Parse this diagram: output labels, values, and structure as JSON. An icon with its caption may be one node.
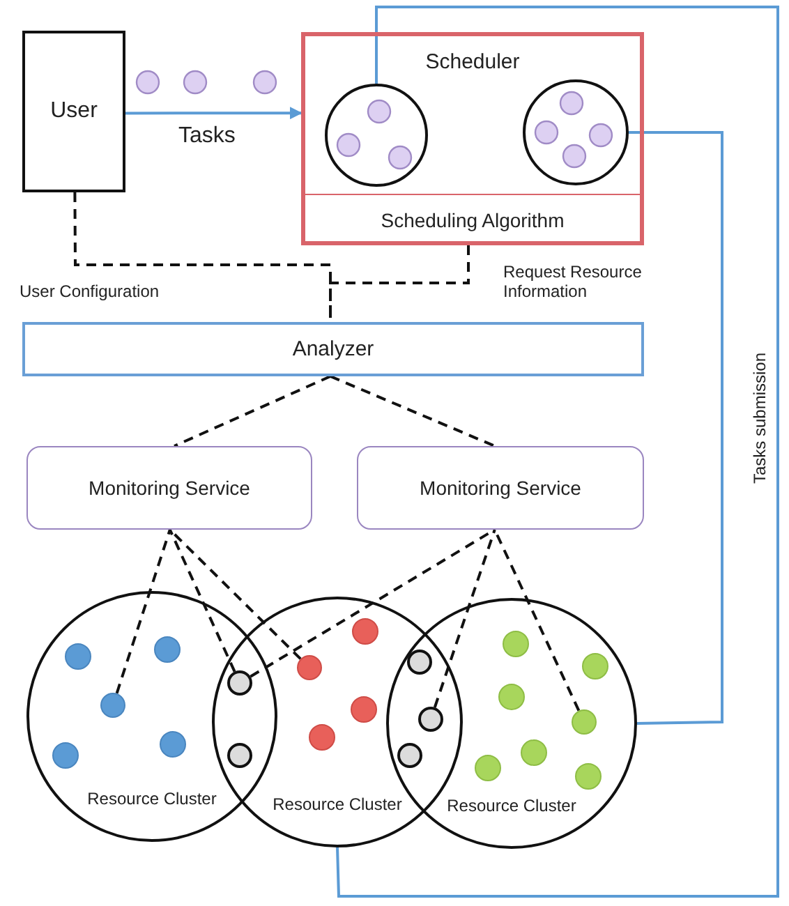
{
  "diagram": {
    "nodes": [
      {
        "text": [
          "User"
        ]
      },
      {
        "text": [
          "Scheduler"
        ]
      },
      {
        "text": [
          "Scheduling Algorithm"
        ],
        "in": 1
      },
      {
        "text": [],
        "shape": "circle",
        "in": 1
      },
      {
        "text": [],
        "shape": "circle",
        "in": 1
      },
      {
        "text": [
          "Analyzer"
        ]
      },
      {
        "text": [
          "Monitoring Service"
        ]
      },
      {
        "text": [
          "Monitoring Service"
        ]
      },
      {
        "text": [
          "Resource Cluster"
        ]
      },
      {
        "text": [
          "Resource Cluster"
        ]
      },
      {
        "text": [
          "Resource Cluster"
        ]
      },
      {
        "text": [],
        "shape": "circle",
        "in": 8
      },
      {
        "text": [],
        "shape": "circle"
      },
      {
        "text": [],
        "shape": "circle",
        "in": 9
      },
      {
        "text": [],
        "shape": "circle"
      },
      {
        "text": [],
        "shape": "circle",
        "in": 10
      }
    ],
    "edges": [
      {
        "from": 0,
        "to": 1,
        "arrow": "to",
        "label": "Tasks",
        "color": "#5b9bd5"
      },
      {
        "from": 0,
        "to": 5,
        "arrow": "none",
        "label": "User Configuration",
        "style": "dashed"
      },
      {
        "from": 2,
        "to": 5,
        "arrow": "none",
        "label": "Request Resource Information",
        "style": "dashed"
      },
      {
        "from": 5,
        "to": 6,
        "arrow": "none",
        "style": "dashed"
      },
      {
        "from": 5,
        "to": 7,
        "arrow": "none",
        "style": "dashed"
      },
      {
        "from": 11,
        "to": 6,
        "arrow": "none",
        "style": "dashed"
      },
      {
        "from": 12,
        "to": 6,
        "arrow": "none",
        "style": "dashed"
      },
      {
        "from": 13,
        "to": 6,
        "arrow": "none",
        "style": "dashed"
      },
      {
        "from": 12,
        "to": 7,
        "arrow": "none",
        "style": "dashed"
      },
      {
        "from": 14,
        "to": 7,
        "arrow": "none",
        "style": "dashed"
      },
      {
        "from": 15,
        "to": 7,
        "arrow": "none",
        "style": "dashed"
      },
      {
        "from": 3,
        "to": 9,
        "arrow": "none",
        "color": "#5b9bd5"
      },
      {
        "from": 4,
        "to": 10,
        "arrow": "none",
        "color": "#5b9bd5"
      }
    ],
    "labels": [
      "Tasks submission"
    ]
  }
}
